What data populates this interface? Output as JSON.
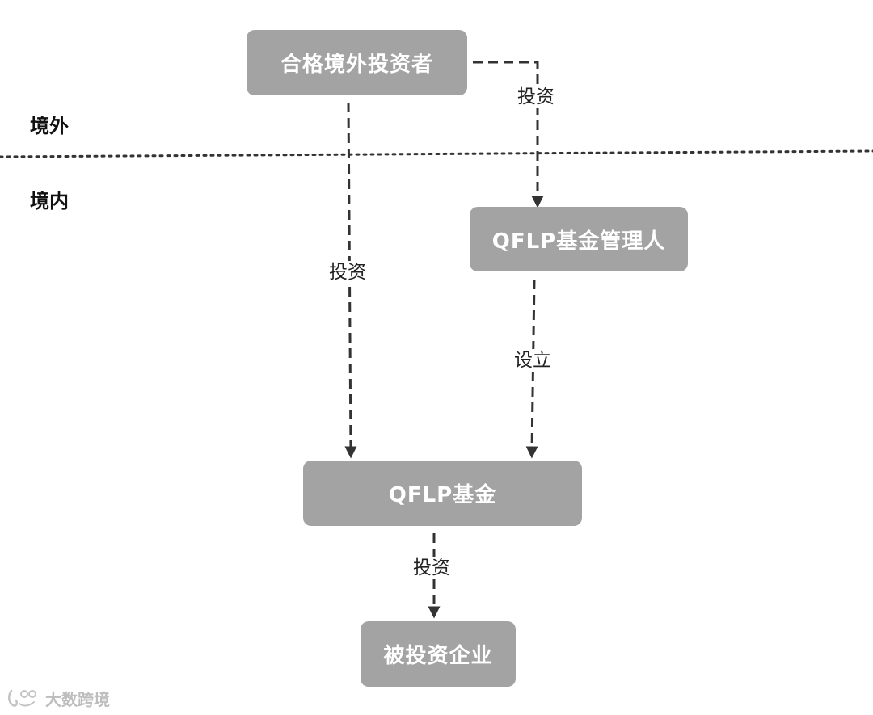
{
  "regions": {
    "offshore": "境外",
    "onshore": "境内"
  },
  "nodes": {
    "qualified_foreign_investor": "合格境外投资者",
    "qflp_fund_manager": "QFLP基金管理人",
    "qflp_fund": "QFLP基金",
    "investee_company": "被投资企业"
  },
  "edges": {
    "investor_to_manager": "投资",
    "investor_to_fund": "投资",
    "manager_to_fund": "设立",
    "fund_to_company": "投资"
  },
  "watermark": {
    "text": "大数跨境"
  },
  "colors": {
    "node_fill": "#a3a3a3",
    "node_text": "#ffffff",
    "line": "#333333"
  }
}
